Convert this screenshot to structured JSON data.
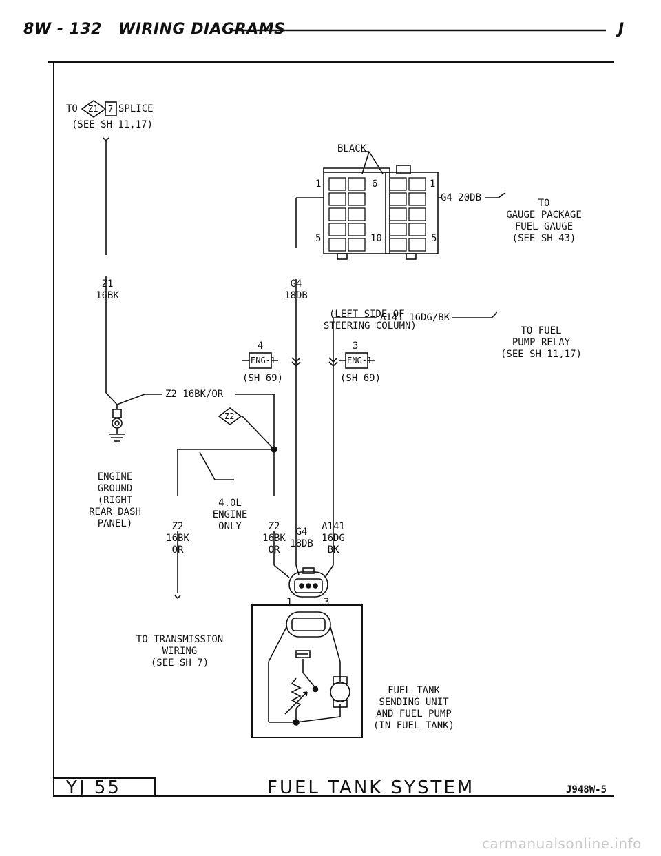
{
  "header": {
    "page_code": "8W - 132",
    "section_title": "WIRING DIAGRAMS",
    "vehicle_code": "J"
  },
  "splice": {
    "to": "TO",
    "circuit": "Z1",
    "number": "7",
    "suffix": "SPLICE",
    "ref": "(SEE SH 11,17)"
  },
  "connector": {
    "color": "BLACK",
    "pin_left_top": "1",
    "pin_left_bottom": "5",
    "pin_center_top": "6",
    "pin_center_bottom": "10",
    "pin_right_top": "1",
    "pin_right_bottom": "5"
  },
  "gauge_wire": "G4 20DB",
  "gauge_dest": [
    "TO",
    "GAUGE PACKAGE",
    "FUEL GAUGE",
    "(SEE SH 43)"
  ],
  "z1_wire": [
    "Z1",
    "16BK"
  ],
  "g4_wire_top": [
    "G4",
    "18DB"
  ],
  "column_note": [
    "(LEFT SIDE OF",
    "STEERING COLUMN)"
  ],
  "a141_wire": "A141 16DG/BK",
  "fuel_pump_dest": [
    "TO FUEL",
    "PUMP RELAY",
    "(SEE SH 11,17)"
  ],
  "eng_conn_left": {
    "pin": "4",
    "name": "ENG-1",
    "ref": "(SH 69)"
  },
  "eng_conn_right": {
    "pin": "3",
    "name": "ENG-1",
    "ref": "(SH 69)"
  },
  "z2_wire": "Z2 16BK/OR",
  "z2_splice": "Z2",
  "ground_label": [
    "ENGINE",
    "GROUND",
    "(RIGHT",
    "REAR DASH",
    "PANEL)"
  ],
  "engine_note": [
    "4.0L",
    "ENGINE",
    "ONLY"
  ],
  "z2_left_wire": [
    "Z2",
    "16BK",
    "OR"
  ],
  "z2_right_wire": [
    "Z2",
    "16BK",
    "OR"
  ],
  "g4_wire_bottom": [
    "G4",
    "18DB"
  ],
  "a141_wire_bottom": [
    "A141",
    "16DG",
    "BK"
  ],
  "tank_pins": {
    "left": "1",
    "right": "3"
  },
  "transmission_dest": [
    "TO TRANSMISSION",
    "WIRING",
    "(SEE SH 7)"
  ],
  "sending_unit": [
    "FUEL TANK",
    "SENDING UNIT",
    "AND FUEL PUMP",
    "(IN FUEL TANK)"
  ],
  "footer": {
    "model": "YJ 55",
    "title": "FUEL TANK SYSTEM",
    "code": "J948W-5"
  },
  "watermark": "carmanualsonline.info"
}
